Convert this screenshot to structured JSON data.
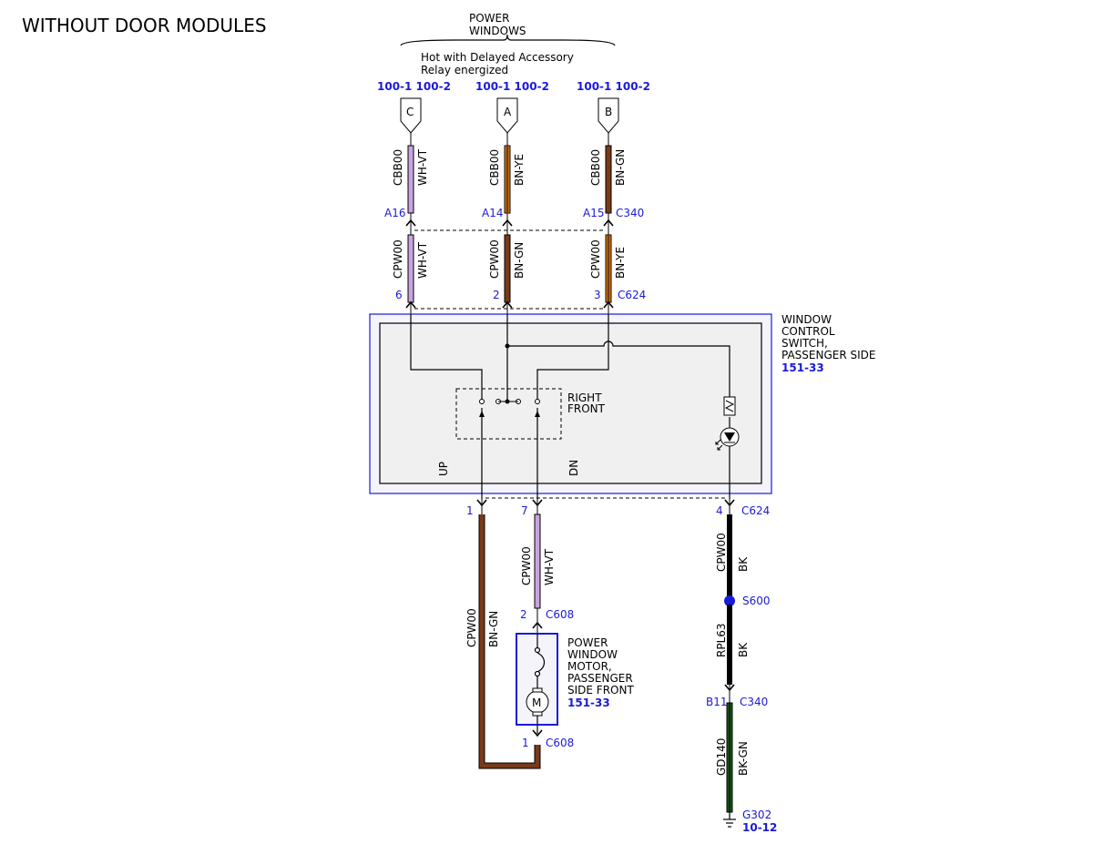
{
  "title": "WITHOUT DOOR MODULES",
  "power_header": {
    "line1": "POWER",
    "line2": "WINDOWS",
    "note1": "Hot with Delayed Accessory",
    "note2": "Relay energized"
  },
  "feeds": [
    {
      "ref": "100-1 100-2",
      "letter": "C",
      "circuit": "CBB00",
      "color": "WH-VT",
      "pin": "A16"
    },
    {
      "ref": "100-1 100-2",
      "letter": "A",
      "circuit": "CBB00",
      "color": "BN-YE",
      "pin": "A14"
    },
    {
      "ref": "100-1 100-2",
      "letter": "B",
      "circuit": "CBB00",
      "color": "BN-GN",
      "pin": "A15"
    }
  ],
  "connector_c340": "C340",
  "switch_wires": [
    {
      "circuit": "CPW00",
      "color": "WH-VT",
      "pin": "6"
    },
    {
      "circuit": "CPW00",
      "color": "BN-GN",
      "pin": "2"
    },
    {
      "circuit": "CPW00",
      "color": "BN-YE",
      "pin": "3"
    }
  ],
  "connector_c624": "C624",
  "switch": {
    "line1": "WINDOW",
    "line2": "CONTROL",
    "line3": "SWITCH,",
    "line4": "PASSENGER SIDE",
    "ref": "151-33",
    "section1": "RIGHT",
    "section2": "FRONT",
    "up": "UP",
    "dn": "DN"
  },
  "bottom_pins": {
    "pin1": "1",
    "pin7": "7",
    "pin4": "4",
    "connector": "C624"
  },
  "wire_up": {
    "circuit": "CPW00",
    "color": "BN-GN"
  },
  "wire_dn": {
    "circuit": "CPW00",
    "color": "WH-VT"
  },
  "motor": {
    "pin_top": "2",
    "connector_top": "C608",
    "line1": "POWER",
    "line2": "WINDOW",
    "line3": "MOTOR,",
    "line4": "PASSENGER",
    "line5": "SIDE FRONT",
    "ref": "151-33",
    "symbol": "M",
    "pin_bottom": "1",
    "connector_bottom": "C608"
  },
  "ground_chain": {
    "w1_circuit": "CPW00",
    "w1_color": "BK",
    "splice": "S600",
    "w2_circuit": "RPL63",
    "w2_color": "BK",
    "pin": "B11",
    "connector": "C340",
    "w3_circuit": "GD140",
    "w3_color": "BK-GN",
    "ground": "G302",
    "ground_ref": "10-12"
  },
  "colors": {
    "blue": "#1a1adb",
    "brown": "#7a3a18",
    "orange": "#ff9a00",
    "violet": "#c9a3e0",
    "black": "#000000",
    "green": "#1e6e1e",
    "panel": "#f0f0f0"
  }
}
